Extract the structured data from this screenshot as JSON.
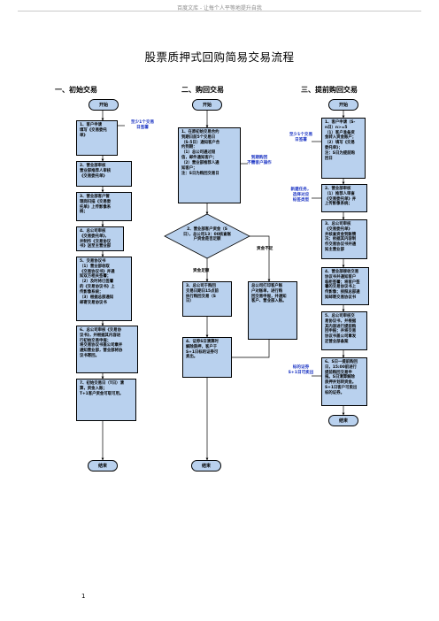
{
  "header": {
    "text": "百度文库 - 让每个人平等地提升自我"
  },
  "title": "股票质押式回购简易交易流程",
  "sections": {
    "initial": {
      "heading": "一、初始交易"
    },
    "repurchase": {
      "heading": "二、购回交易"
    },
    "early": {
      "heading": "三、提前购回交易"
    }
  },
  "labels": {
    "start": "开始",
    "end": "结束"
  },
  "col1": {
    "note": [
      "至少1个交易",
      "日签署"
    ],
    "steps": [
      [
        "1、客户申请",
        "填写《交易委托",
        "单》"
      ],
      [
        "2、营业部审核",
        "营业部推荐人审核",
        "《交易委托单》"
      ],
      [
        "3、营业部客户管",
        "理岗扫描《交易委",
        "托单》上传影像系",
        "统；"
      ],
      [
        "4、总公司审核",
        "《交易委托单》，",
        "并制作《交易协议",
        "书》送至主营业部"
      ],
      [
        "5、交易协议书",
        "（1）营业部收取",
        "《交易协议书》并通",
        "知双方相关签署；",
        "（2）及时将已签署",
        "的《交易协议书》上",
        "传影像系统；",
        "（3）根据总部通知",
        "邮寄交易协议书"
      ],
      [
        "6、总公司审核《交易协",
        "议书》，并根据其内容进",
        "行初始交易申报；",
        "将交易协议书盖公司章并",
        "通知营业部，营业部将协",
        "议书寄回。"
      ],
      [
        "7、初始交易日（T日）清",
        "算，资金入账；",
        "T+1客户资金可取可用。"
      ]
    ]
  },
  "col2": {
    "note": [
      "到期购回",
      "不需客户操作"
    ],
    "step1": [
      "1、在原初始交易合约",
      "到期日前5个交易日",
      "（S-5日）通知客户合",
      "约到期：",
      "（1）总公司通过短",
      "信，邮件通知客户；",
      "（2）营业部推荐人通",
      "知客户；",
      "注：S日为购回交易日"
    ],
    "diamond": [
      "2、营业部客户资金（S",
      "日），总公司13：00核查账",
      "户资金是否足额"
    ],
    "yes": "资金足额",
    "no": "资金不足",
    "step3": [
      "3、总公司于购回",
      "交易日期日15点前",
      "执行购回交易（S",
      "日）"
    ],
    "step3b": [
      "总公司打印客户账",
      "户对账单，进行购",
      "回交易申报，并通知",
      "客户、营业部入账。"
    ],
    "step4": [
      "4、证券S日清算时",
      "解除质押，客户于",
      "S+1日标的证券可",
      "卖出。"
    ]
  },
  "col3": {
    "note1": [
      "至少1个交易",
      "日签署"
    ],
    "note2": [
      "新建任务，",
      "选择对应",
      "标签类型"
    ],
    "note3": [
      "标的证券",
      "S+1日可卖出"
    ],
    "steps": [
      [
        "1、客户申请（S-",
        "n日）n>=5",
        "（1）客户准备资",
        "金转入资金账户；",
        "（2）填写《交易",
        "委托单》；",
        "",
        "注：S日为提前购",
        "回日"
      ],
      [
        "2、营业部审核",
        "（1）推荐人审查",
        "《交易委托单》并",
        "上传影像系统；"
      ],
      [
        "3、总公司审核",
        "《交易委托单》",
        "并核查资金到账情",
        "况；依据其内容制",
        "作交易协议书并通",
        "知主营业部"
      ],
      [
        "4、营业部接收交易",
        "协议书并通知客户",
        "临柜签署；将客户签",
        "署的交易协议书上",
        "传影像；按照总部通",
        "知邮寄交易协议书"
      ],
      [
        "5、总公司审核交",
        "易协议书，并根据",
        "其内容进行提前购",
        "回申报；并将交易",
        "协议书盖公司章发",
        "还营业部备案"
      ],
      [
        "6、S日一提前购回",
        "日，15:00前进行",
        "提前购回交易申",
        "报。S日清算解除",
        "质押并划转资金。",
        "",
        "S+1日客户可卖出",
        "标的证券。"
      ]
    ]
  },
  "page_number": "1"
}
